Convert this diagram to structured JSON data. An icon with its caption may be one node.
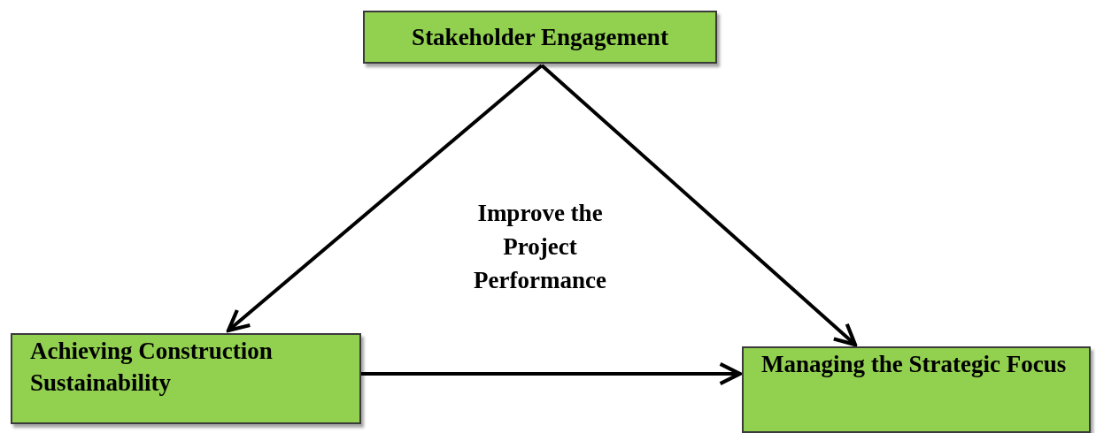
{
  "diagram": {
    "nodes": [
      {
        "text": [
          "Stakeholder Engagement"
        ]
      },
      {
        "text": [
          "Achieving Construction Sustainability"
        ]
      },
      {
        "text": [
          "Managing the Strategic Focus"
        ]
      }
    ],
    "edges": [
      {
        "from": 0,
        "to": 1,
        "arrow": "to"
      },
      {
        "from": 0,
        "to": 2,
        "arrow": "to"
      },
      {
        "from": 1,
        "to": 2,
        "arrow": "to"
      }
    ],
    "labels": [
      "Improve the Project Performance"
    ]
  }
}
